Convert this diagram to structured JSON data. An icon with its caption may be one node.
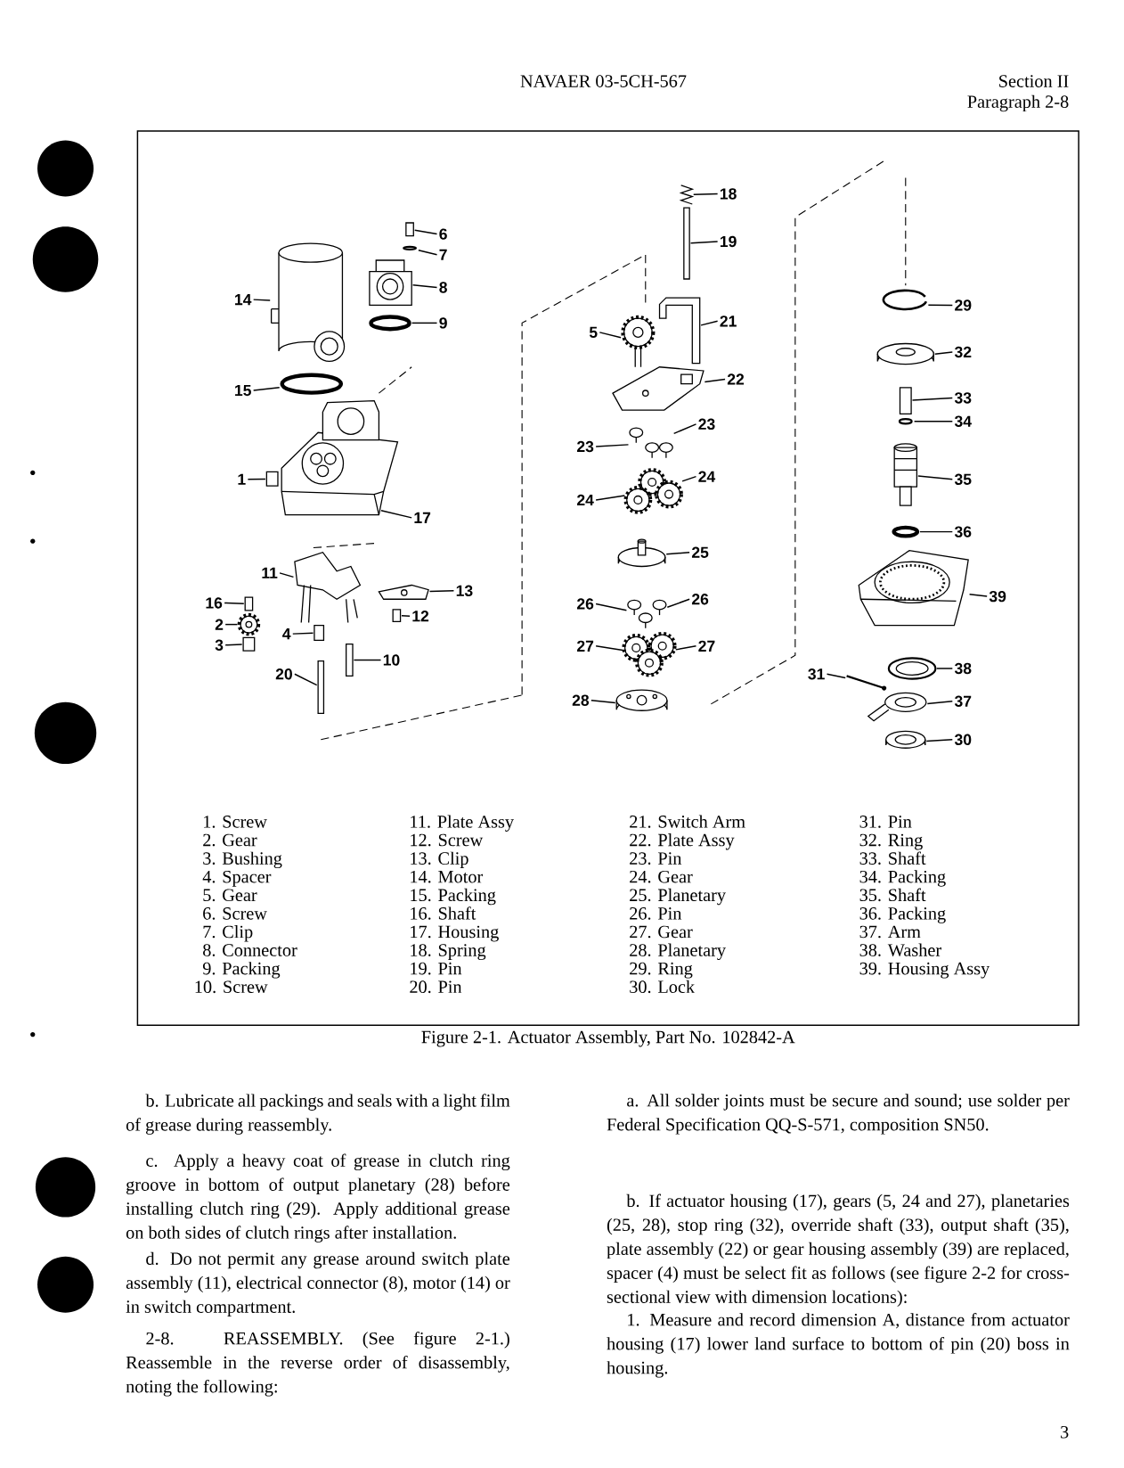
{
  "diagram": {
    "caption": "Figure 2-1. Actuator Assembly, Part No. 102842-A",
    "nodes": [
      {
        "text": [
          "14"
        ]
      },
      {
        "text": [
          "15"
        ]
      },
      {
        "text": [
          "1"
        ]
      },
      {
        "text": [
          "16"
        ]
      },
      {
        "text": [
          "11"
        ]
      },
      {
        "text": [
          "2"
        ]
      },
      {
        "text": [
          "4"
        ]
      },
      {
        "text": [
          "3"
        ]
      },
      {
        "text": [
          "20"
        ]
      },
      {
        "text": [
          "6"
        ]
      },
      {
        "text": [
          "7"
        ]
      },
      {
        "text": [
          "8"
        ]
      },
      {
        "text": [
          "9"
        ]
      },
      {
        "text": [
          "17"
        ]
      },
      {
        "text": [
          "13"
        ]
      },
      {
        "text": [
          "12"
        ]
      },
      {
        "text": [
          "10"
        ]
      },
      {
        "text": [
          "18"
        ]
      },
      {
        "text": [
          "19"
        ]
      },
      {
        "text": [
          "21"
        ]
      },
      {
        "text": [
          "5"
        ]
      },
      {
        "text": [
          "22"
        ]
      },
      {
        "text": [
          "23"
        ]
      },
      {
        "text": [
          "23"
        ]
      },
      {
        "text": [
          "24"
        ]
      },
      {
        "text": [
          "24"
        ]
      },
      {
        "text": [
          "25"
        ]
      },
      {
        "text": [
          "26"
        ]
      },
      {
        "text": [
          "26"
        ]
      },
      {
        "text": [
          "27"
        ]
      },
      {
        "text": [
          "27"
        ]
      },
      {
        "text": [
          "28"
        ]
      },
      {
        "text": [
          "29"
        ]
      },
      {
        "text": [
          "32"
        ]
      },
      {
        "text": [
          "33"
        ]
      },
      {
        "text": [
          "34"
        ]
      },
      {
        "text": [
          "35"
        ]
      },
      {
        "text": [
          "36"
        ]
      },
      {
        "text": [
          "39"
        ]
      },
      {
        "text": [
          "31"
        ]
      },
      {
        "text": [
          "38"
        ]
      },
      {
        "text": [
          "37"
        ]
      },
      {
        "text": [
          "30"
        ]
      },
      {
        "text": [],
        "shape": "box"
      },
      {
        "text": [],
        "shape": "picture"
      },
      {
        "text": [],
        "shape": "box"
      },
      {
        "text": [],
        "shape": "box"
      },
      {
        "text": [],
        "shape": "picture"
      },
      {
        "text": [],
        "shape": "box"
      },
      {
        "text": [],
        "shape": "circle"
      },
      {
        "text": [],
        "shape": "picture"
      },
      {
        "text": [],
        "shape": "circle"
      },
      {
        "text": [],
        "shape": "box"
      },
      {
        "text": [],
        "shape": "picture"
      },
      {
        "text": [],
        "shape": "box"
      },
      {
        "text": [],
        "shape": "picture"
      },
      {
        "text": [],
        "shape": "cylinder"
      },
      {
        "text": [],
        "shape": "circle"
      },
      {
        "text": [],
        "shape": "box"
      },
      {
        "text": [],
        "shape": "picture"
      },
      {
        "text": [],
        "shape": "picture"
      },
      {
        "text": [],
        "shape": "box"
      },
      {
        "text": [],
        "shape": "box"
      },
      {
        "text": [],
        "shape": "picture"
      },
      {
        "text": [],
        "shape": "picture"
      },
      {
        "text": [],
        "shape": "picture"
      },
      {
        "text": [],
        "shape": "picture"
      },
      {
        "text": [],
        "shape": "picture"
      },
      {
        "text": [],
        "shape": "picture"
      },
      {
        "text": [],
        "shape": "picture"
      },
      {
        "text": [],
        "shape": "picture"
      },
      {
        "text": [],
        "shape": "picture"
      },
      {
        "text": [],
        "shape": "picture"
      },
      {
        "text": [],
        "shape": "picture"
      },
      {
        "text": [],
        "shape": "picture"
      },
      {
        "text": [],
        "shape": "box"
      },
      {
        "text": [],
        "shape": "circle"
      },
      {
        "text": [],
        "shape": "picture"
      },
      {
        "text": [],
        "shape": "circle"
      },
      {
        "text": [],
        "shape": "picture"
      },
      {
        "text": [],
        "shape": "picture"
      },
      {
        "text": [],
        "shape": "picture"
      }
    ],
    "edges": [
      {
        "from": 0,
        "to": 56,
        "arrow": "none"
      },
      {
        "from": 1,
        "to": 57,
        "arrow": "none"
      },
      {
        "from": 2,
        "to": 43,
        "arrow": "none"
      },
      {
        "from": 3,
        "to": 58,
        "arrow": "none"
      },
      {
        "from": 4,
        "to": 53,
        "arrow": "none"
      },
      {
        "from": 5,
        "to": 44,
        "arrow": "none"
      },
      {
        "from": 6,
        "to": 46,
        "arrow": "none"
      },
      {
        "from": 7,
        "to": 45,
        "arrow": "none"
      },
      {
        "from": 8,
        "to": 62,
        "arrow": "none"
      },
      {
        "from": 9,
        "to": 48,
        "arrow": "none"
      },
      {
        "from": 10,
        "to": 49,
        "arrow": "none"
      },
      {
        "from": 11,
        "to": 50,
        "arrow": "none"
      },
      {
        "from": 12,
        "to": 51,
        "arrow": "none"
      },
      {
        "from": 13,
        "to": 59,
        "arrow": "none"
      },
      {
        "from": 14,
        "to": 55,
        "arrow": "none"
      },
      {
        "from": 15,
        "to": 54,
        "arrow": "none"
      },
      {
        "from": 16,
        "to": 52,
        "arrow": "none"
      },
      {
        "from": 17,
        "to": 60,
        "arrow": "none"
      },
      {
        "from": 18,
        "to": 61,
        "arrow": "none"
      },
      {
        "from": 19,
        "to": 63,
        "arrow": "none"
      },
      {
        "from": 20,
        "to": 47,
        "arrow": "none"
      },
      {
        "from": 21,
        "to": 64,
        "arrow": "none"
      },
      {
        "from": 22,
        "to": 65,
        "arrow": "none"
      },
      {
        "from": 23,
        "to": 65,
        "arrow": "none"
      },
      {
        "from": 24,
        "to": 66,
        "arrow": "none"
      },
      {
        "from": 25,
        "to": 66,
        "arrow": "none"
      },
      {
        "from": 26,
        "to": 67,
        "arrow": "none"
      },
      {
        "from": 27,
        "to": 68,
        "arrow": "none"
      },
      {
        "from": 28,
        "to": 68,
        "arrow": "none"
      },
      {
        "from": 29,
        "to": 69,
        "arrow": "none"
      },
      {
        "from": 30,
        "to": 69,
        "arrow": "none"
      },
      {
        "from": 31,
        "to": 70,
        "arrow": "none"
      },
      {
        "from": 32,
        "to": 71,
        "arrow": "none"
      },
      {
        "from": 33,
        "to": 74,
        "arrow": "none"
      },
      {
        "from": 34,
        "to": 75,
        "arrow": "none"
      },
      {
        "from": 35,
        "to": 76,
        "arrow": "none"
      },
      {
        "from": 36,
        "to": 77,
        "arrow": "none"
      },
      {
        "from": 37,
        "to": 78,
        "arrow": "none"
      },
      {
        "from": 38,
        "to": 81,
        "arrow": "none"
      },
      {
        "from": 39,
        "to": 73,
        "arrow": "none"
      },
      {
        "from": 40,
        "to": 80,
        "arrow": "none"
      },
      {
        "from": 41,
        "to": 79,
        "arrow": "none"
      },
      {
        "from": 42,
        "to": 72,
        "arrow": "none"
      }
    ],
    "labels": [
      "NAVAER 03-5CH-567",
      "Section II",
      "Paragraph 2-8",
      "1. Screw",
      "11. Plate Assy",
      "21. Switch Arm",
      "31. Pin",
      "2. Gear",
      "12. Screw",
      "22. Plate Assy",
      "32. Ring",
      "3. Bushing",
      "13. Clip",
      "23. Pin",
      "33. Shaft",
      "4. Spacer",
      "14. Motor",
      "24. Gear",
      "34. Packing",
      "5. Gear",
      "15. Packing",
      "25. Planetary",
      "35. Shaft",
      "6. Screw",
      "16. Shaft",
      "26. Pin",
      "36. Packing",
      "7. Clip",
      "17. Housing",
      "27. Gear",
      "37. Arm",
      "8. Connector",
      "18. Spring",
      "28. Planetary",
      "38. Washer",
      "9. Packing",
      "19. Pin",
      "29. Ring",
      "39. Housing Assy",
      "10. Screw",
      "20. Pin",
      "30. Lock",
      "b. Lubricate all packings and seals with a light film of grease during reassembly.",
      "c. Apply a heavy coat of grease in clutch ring groove in bottom of output planetary (28) before installing clutch ring (29). Apply additional grease on both sides of clutch rings after installation.",
      "d. Do not permit any grease around switch plate assembly (11), electrical connector (8), motor (14) or in switch compartment.",
      "2-8. REASSEMBLY. (See figure 2-1.) Reassemble in the reverse order of disassembly, noting the following:",
      "a. All solder joints must be secure and sound; use solder per Federal Specification QQ-S-571, composition SN50.",
      "b. If actuator housing (17), gears (5, 24 and 27), planetaries (25, 28), stop ring (32), override shaft (33), output shaft (35), plate assembly (22) or gear housing assembly (39) are replaced, spacer (4) must be select fit as follows (see figure 2-2 for cross-sectional view with dimension locations):",
      "1. Measure and record dimension A, distance from actuator housing (17) lower land surface to bottom of pin (20) boss in housing.",
      "3"
    ]
  }
}
